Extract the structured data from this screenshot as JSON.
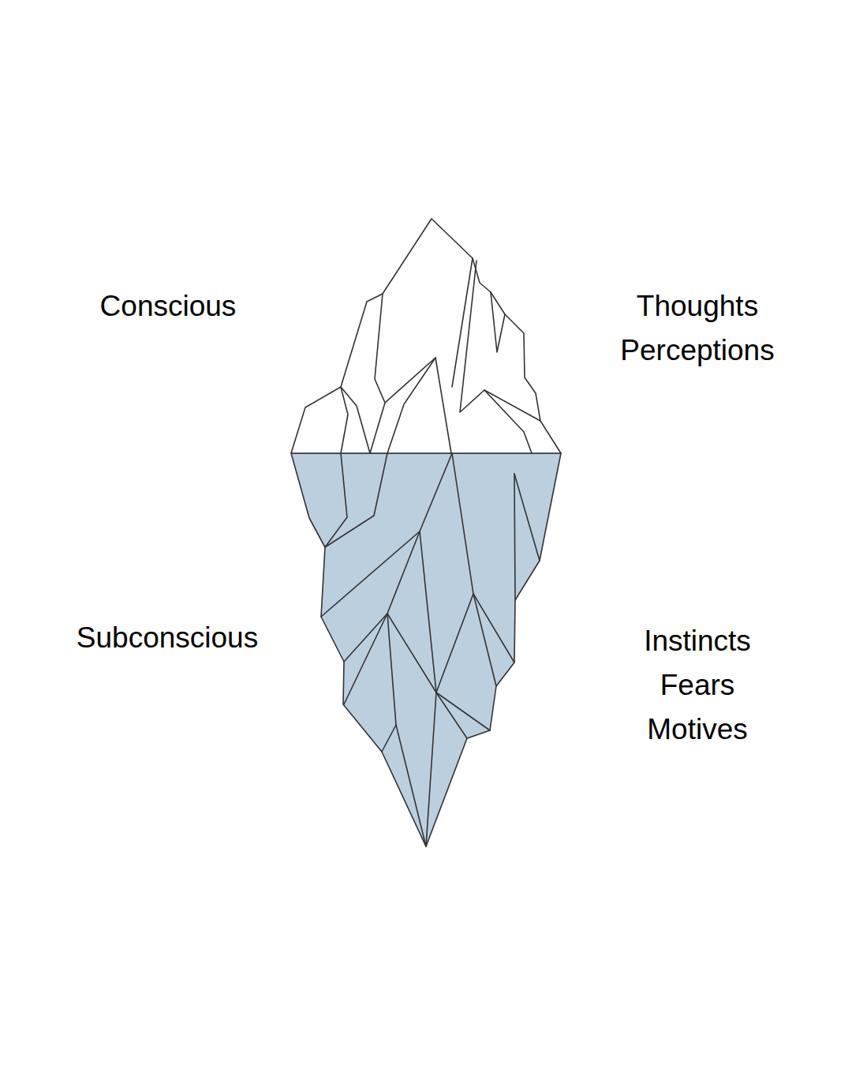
{
  "diagram": {
    "labels": [
      "Conscious",
      "Thoughts Perceptions",
      "Subconscious",
      "Instincts Fears Motives"
    ]
  }
}
